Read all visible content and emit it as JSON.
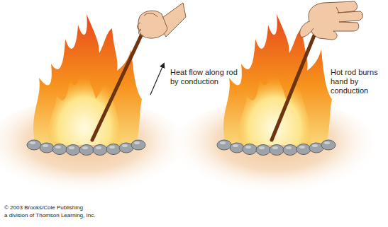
{
  "diagram": {
    "labels": [
      "Heat flow along rod by conduction",
      "Hot rod burns hand by conduction",
      "© 2003 Brooks/Cole Publishing",
      "a division of Thomson Learning, Inc."
    ]
  }
}
